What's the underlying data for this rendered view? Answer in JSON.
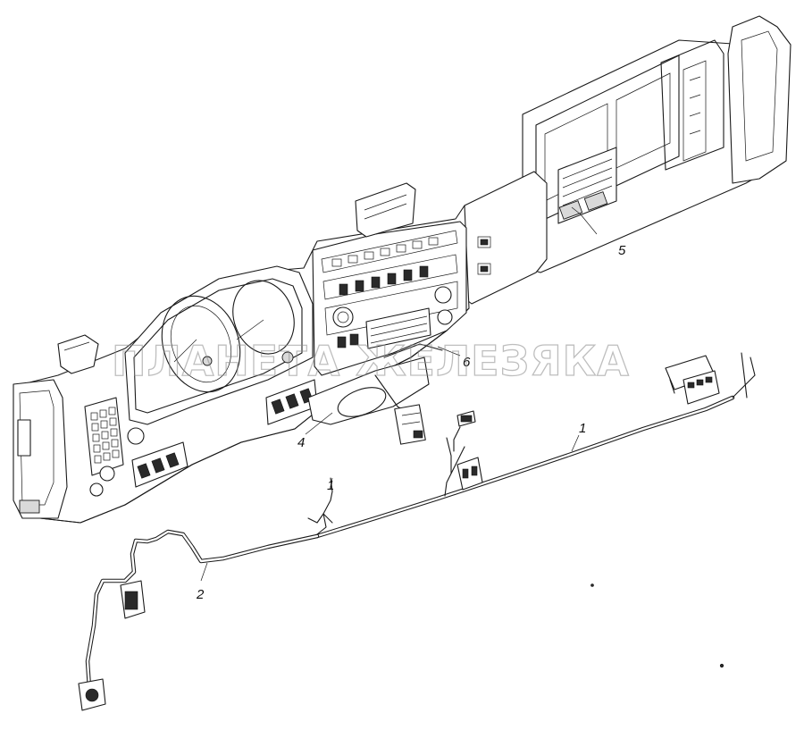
{
  "watermark": "ПЛАНЕТА ЖЕЛЕЗЯКА",
  "callouts": {
    "c1": "1",
    "c2": "2",
    "c4": "4",
    "c5": "5",
    "c6": "6"
  }
}
